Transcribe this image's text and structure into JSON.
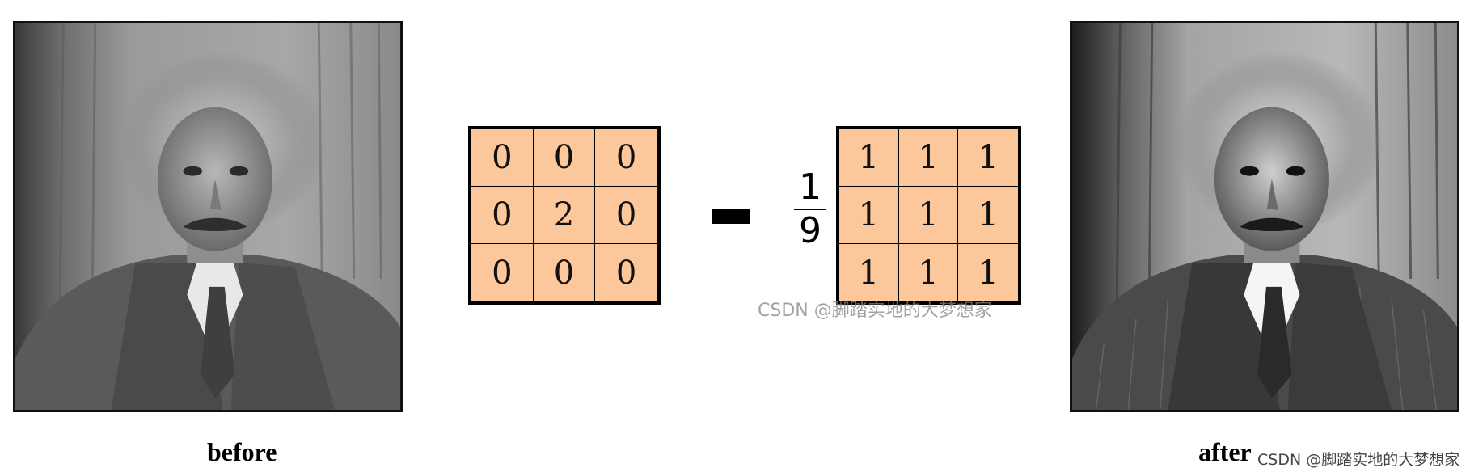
{
  "captions": {
    "before": "before",
    "after": "after"
  },
  "kernel_identity": [
    [
      "0",
      "0",
      "0"
    ],
    [
      "0",
      "2",
      "0"
    ],
    [
      "0",
      "0",
      "0"
    ]
  ],
  "operator": "-",
  "fraction": {
    "numerator": "1",
    "denominator": "9"
  },
  "kernel_box": [
    [
      "1",
      "1",
      "1"
    ],
    [
      "1",
      "1",
      "1"
    ],
    [
      "1",
      "1",
      "1"
    ]
  ],
  "colors": {
    "matrix_fill": "#fcc89b",
    "matrix_border": "#000000",
    "background": "#ffffff"
  },
  "watermarks": {
    "middle": "CSDN @脚踏实地的大梦想家",
    "corner": "CSDN @脚踏实地的大梦想家"
  }
}
